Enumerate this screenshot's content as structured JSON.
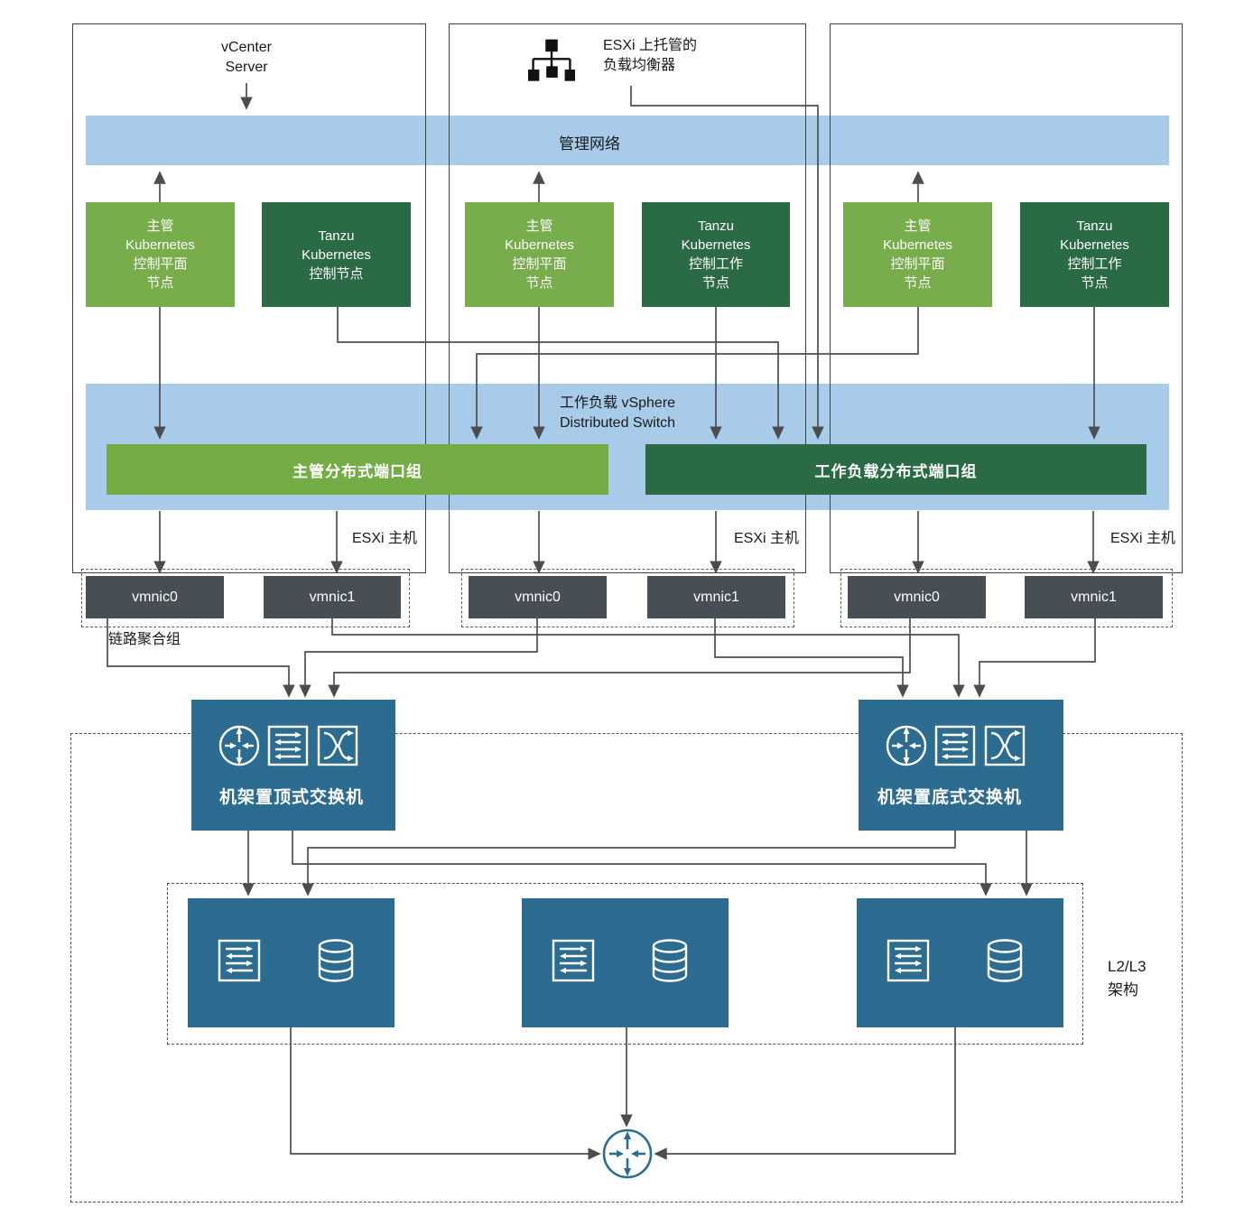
{
  "top": {
    "vcenter_label": "vCenter\nServer",
    "load_balancer_label": "ESXi 上托管的\n负载均衡器"
  },
  "management_network": {
    "label": "管理网络"
  },
  "distributed_switch": {
    "label": "工作负载 vSphere\nDistributed Switch",
    "supervisor_port_group": "主管分布式端口组",
    "workload_port_group": "工作负载分布式端口组"
  },
  "nodes": [
    {
      "label": "主管\nKubernetes\n控制平面\n节点",
      "type": "supervisor"
    },
    {
      "label": "Tanzu\nKubernetes\n控制节点",
      "type": "tanzu"
    },
    {
      "label": "主管\nKubernetes\n控制平面\n节点",
      "type": "supervisor"
    },
    {
      "label": "Tanzu\nKubernetes\n控制工作\n节点",
      "type": "tanzu"
    },
    {
      "label": "主管\nKubernetes\n控制平面\n节点",
      "type": "supervisor"
    },
    {
      "label": "Tanzu\nKubernetes\n控制工作\n节点",
      "type": "tanzu"
    }
  ],
  "esxi_host_label": "ESXi 主机",
  "vmnics": [
    "vmnic0",
    "vmnic1",
    "vmnic0",
    "vmnic1",
    "vmnic0",
    "vmnic1"
  ],
  "lag_label": "链路聚合组",
  "switches": {
    "top_of_rack": "机架置顶式交换机",
    "bottom_of_rack": "机架置底式交换机"
  },
  "l2l3_label": "L2/L3\n架构",
  "colors": {
    "management_bar": "#a7cbe8",
    "supervisor_green": "#77ad4a",
    "tanzu_green": "#2a6a45",
    "switch_teal": "#2b6c90",
    "vmnic_gray": "#474f54",
    "connector_gray": "#4d4d4d"
  }
}
